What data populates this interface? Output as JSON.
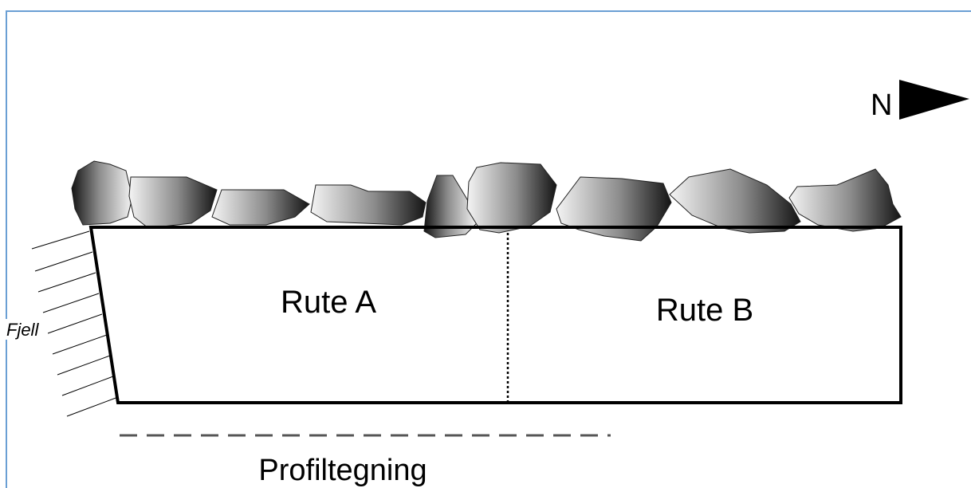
{
  "north_label": "N",
  "rute_a": "Rute A",
  "rute_b": "Rute B",
  "fjell_label": "Fjell",
  "profile_label": "Profiltegning",
  "colors": {
    "border": "#6a9fd4",
    "line": "#000000",
    "rock_light": "#f2f2f2",
    "rock_dark": "#1a1a1a"
  }
}
